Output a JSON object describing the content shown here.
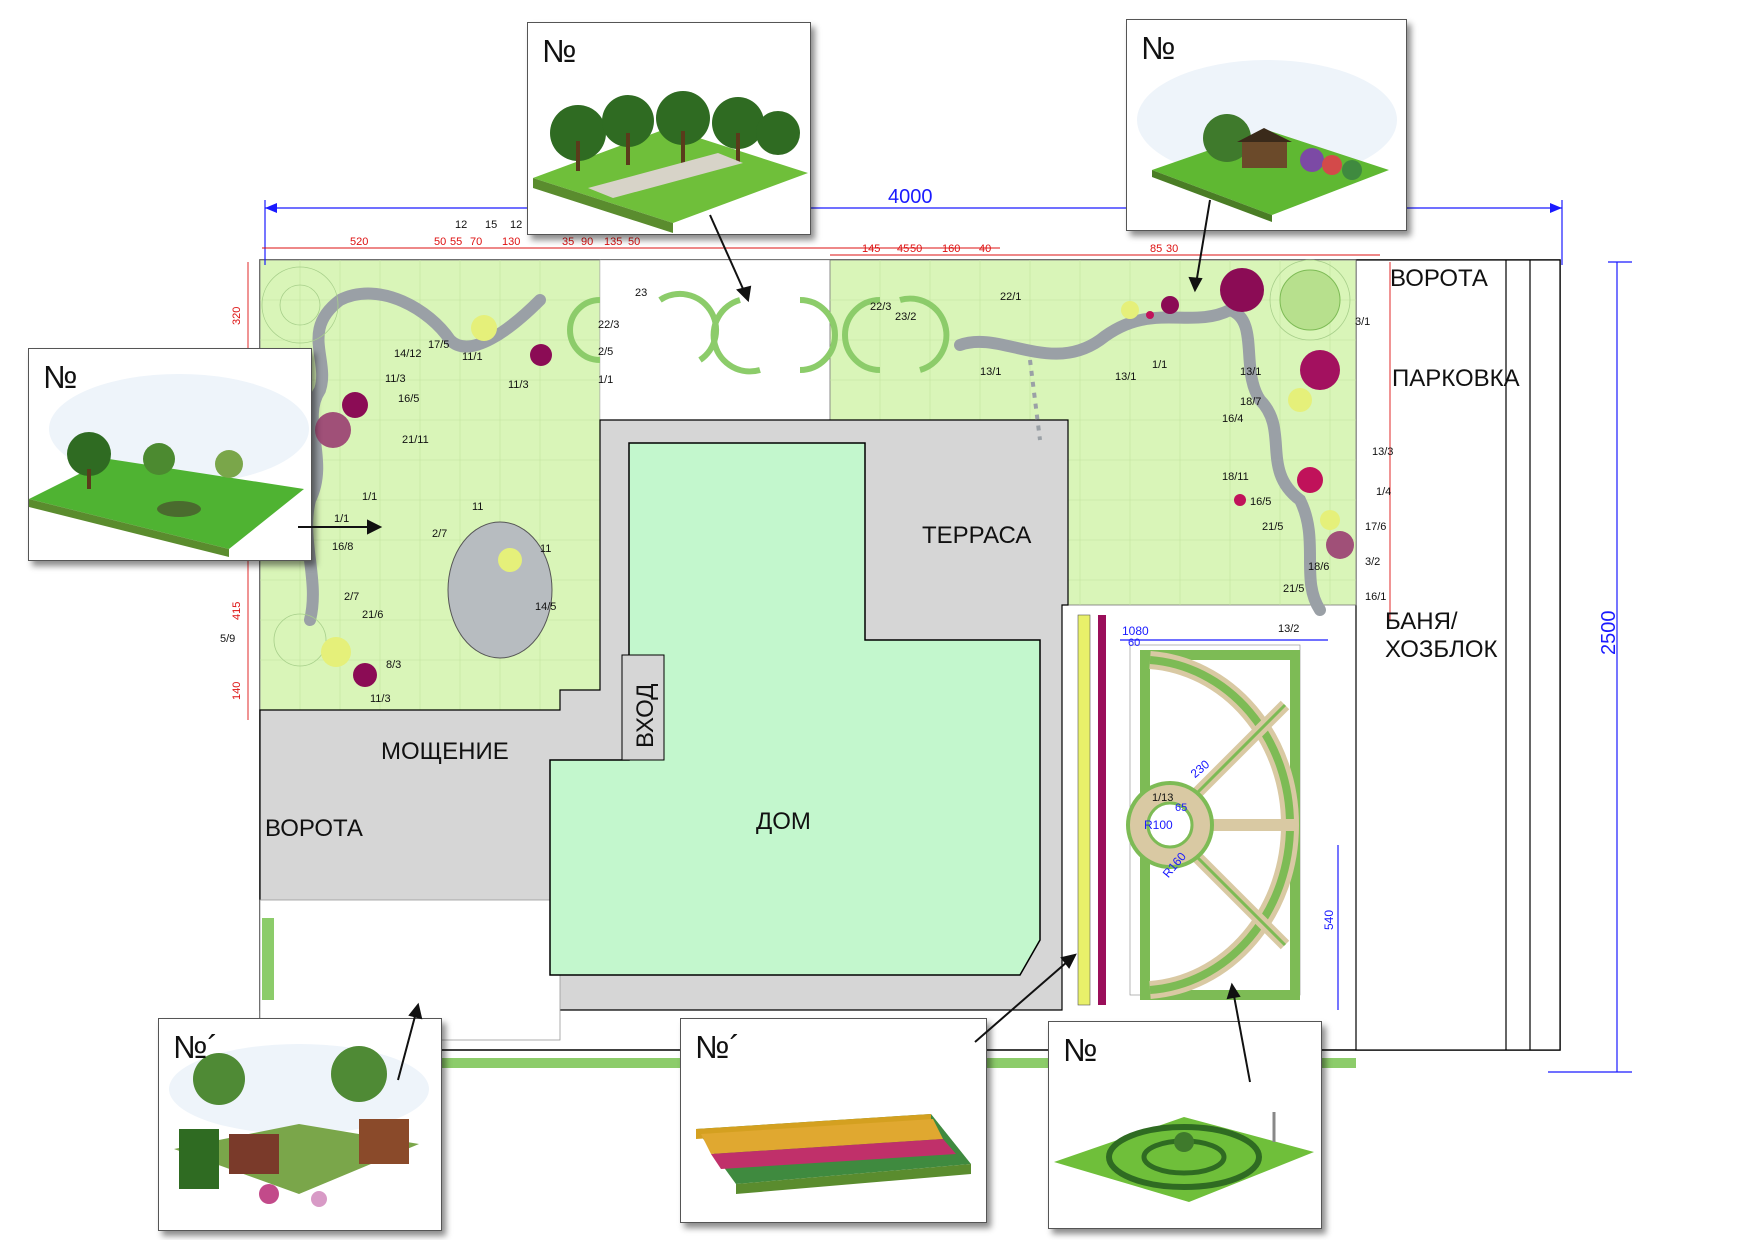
{
  "dimensions": {
    "total_width": "4000",
    "total_height": "2500",
    "sub_width": "1080",
    "sub_offset": "60",
    "parterre_height": "540",
    "radius_inner": "R100",
    "radius_outer": "R160",
    "ray_length": "230",
    "ray_offset": "65",
    "ray_label": "1/13"
  },
  "labels": {
    "gate_top": "ВОРОТА",
    "parking": "ПАРКОВКА",
    "sauna": "БАНЯ/\nХОЗБЛОК",
    "terrace": "ТЕРРАСА",
    "entrance": "ВХОД",
    "house": "ДОМ",
    "paving": "МОЩЕНИЕ",
    "gate_left": "ВОРОТА"
  },
  "cards": {
    "top_center": "№",
    "top_right": "№",
    "left": "№",
    "bottom_left": "№´",
    "bottom_center": "№´",
    "bottom_right": "№"
  },
  "top_dims": [
    "520",
    "50",
    "55",
    "70",
    "130",
    "35",
    "90",
    "135",
    "50",
    "145",
    "45",
    "50",
    "160",
    "40",
    "85",
    "30"
  ],
  "side_dims": [
    "320",
    "415",
    "140"
  ],
  "plant_codes": [
    "12",
    "15",
    "12",
    "17/5",
    "11/1",
    "11/3",
    "1/1",
    "14/12",
    "11/3",
    "16/5",
    "21/11",
    "1/1",
    "1/1",
    "16/8",
    "2/7",
    "21/6",
    "5/9",
    "8/3",
    "11/3",
    "11",
    "2/7",
    "11",
    "14/5",
    "23",
    "22/3",
    "2/5",
    "1/1",
    "22/3",
    "23/2",
    "22/1",
    "13/1",
    "13/1",
    "1/1",
    "3/1",
    "13/1",
    "18/7",
    "16/4",
    "18/11",
    "16/5",
    "21/5",
    "18/6",
    "21/5",
    "13/2",
    "17/6",
    "3/2",
    "16/1",
    "13/3",
    "1/4"
  ],
  "colors": {
    "lawn": "#d9f5b8",
    "paving": "#d6d6d6",
    "house": "#c3f7cd",
    "path": "#9aa0a6",
    "grass_strip": "#8ccc6a",
    "dim_red": "#dd1111",
    "dim_blue": "#1a1aff",
    "hedge": "#9ed36b",
    "stone": "#d9c9a3",
    "flower": "#9a0e5a",
    "flower_yellow": "#e5f07a"
  }
}
